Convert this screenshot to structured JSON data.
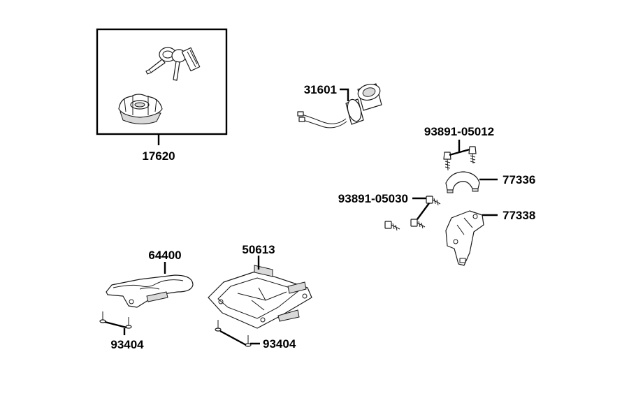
{
  "callouts": {
    "c17620": "17620",
    "c31601": "31601",
    "c93891_05012": "93891-05012",
    "c77336": "77336",
    "c93891_05030": "93891-05030",
    "c77338": "77338",
    "c64400": "64400",
    "c50613": "50613",
    "c93404_left": "93404",
    "c93404_right": "93404"
  }
}
